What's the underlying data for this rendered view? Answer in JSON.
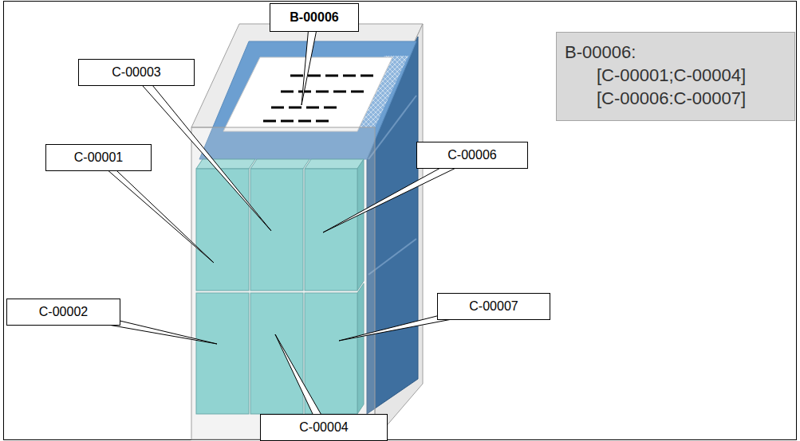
{
  "diagram": {
    "nodes": [
      {
        "text": [
          "B-00006"
        ]
      },
      {
        "text": [
          "B-00006:",
          "[C-00001;C-00004]",
          "[C-00006:C-00007]"
        ]
      },
      {
        "text": [
          "C-00003"
        ]
      },
      {
        "text": [
          "C-00006"
        ]
      },
      {
        "text": [
          "C-00001"
        ]
      },
      {
        "text": [
          "C-00007"
        ]
      },
      {
        "text": [
          "C-00002"
        ]
      },
      {
        "text": [
          "C-00004"
        ]
      }
    ]
  }
}
